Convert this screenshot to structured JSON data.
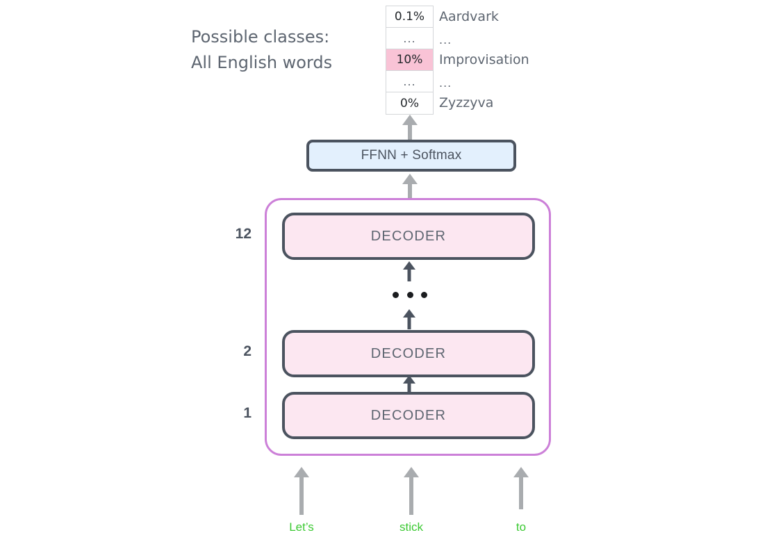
{
  "caption": {
    "line1": "Possible classes:",
    "line2": "All English words"
  },
  "output_table": {
    "rows": [
      {
        "prob": "0.1%",
        "word": "Aardvark",
        "highlight": false,
        "is_ellipsis": false
      },
      {
        "prob": "...",
        "word": "...",
        "highlight": false,
        "is_ellipsis": true
      },
      {
        "prob": "10%",
        "word": "Improvisation",
        "highlight": true,
        "is_ellipsis": false
      },
      {
        "prob": "...",
        "word": "...",
        "highlight": false,
        "is_ellipsis": true
      },
      {
        "prob": "0%",
        "word": "Zyzzyva",
        "highlight": false,
        "is_ellipsis": false
      }
    ]
  },
  "ffnn": {
    "label": "FFNN + Softmax"
  },
  "decoders": [
    {
      "label": "DECODER",
      "layer": "12"
    },
    {
      "label": "DECODER",
      "layer": "2"
    },
    {
      "label": "DECODER",
      "layer": "1"
    }
  ],
  "ellipsis_marker": "• • •",
  "inputs": [
    {
      "word": "Let’s"
    },
    {
      "word": "stick"
    },
    {
      "word": "to"
    }
  ],
  "colors": {
    "decoder_fill": "#fce7f1",
    "decoder_border": "#4b535f",
    "ffnn_fill": "#e3f0fd",
    "stack_border": "#cc80d8",
    "highlight_cell": "#f9c3d6",
    "input_word": "#3bc932",
    "arrow_light": "#a9acaf",
    "arrow_dark": "#4b535f",
    "label_gray": "#5d6570"
  }
}
